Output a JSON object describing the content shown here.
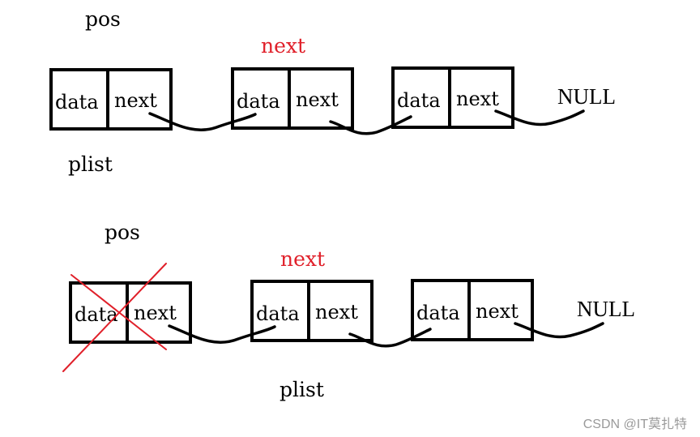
{
  "colors": {
    "highlight": "#e0202a",
    "watermark": "#9a9a9a",
    "ink": "#000000"
  },
  "top": {
    "pos_label": "pos",
    "next_label": "next",
    "plist_label": "plist",
    "null_label": "NULL",
    "nodes": [
      {
        "data": "data",
        "next": "next"
      },
      {
        "data": "data",
        "next": "next"
      },
      {
        "data": "data",
        "next": "next"
      }
    ]
  },
  "bottom": {
    "pos_label": "pos",
    "next_label": "next",
    "plist_label": "plist",
    "null_label": "NULL",
    "nodes": [
      {
        "data": "data",
        "next": "next"
      },
      {
        "data": "data",
        "next": "next"
      },
      {
        "data": "data",
        "next": "next"
      }
    ]
  },
  "watermark": "CSDN @IT莫扎特"
}
